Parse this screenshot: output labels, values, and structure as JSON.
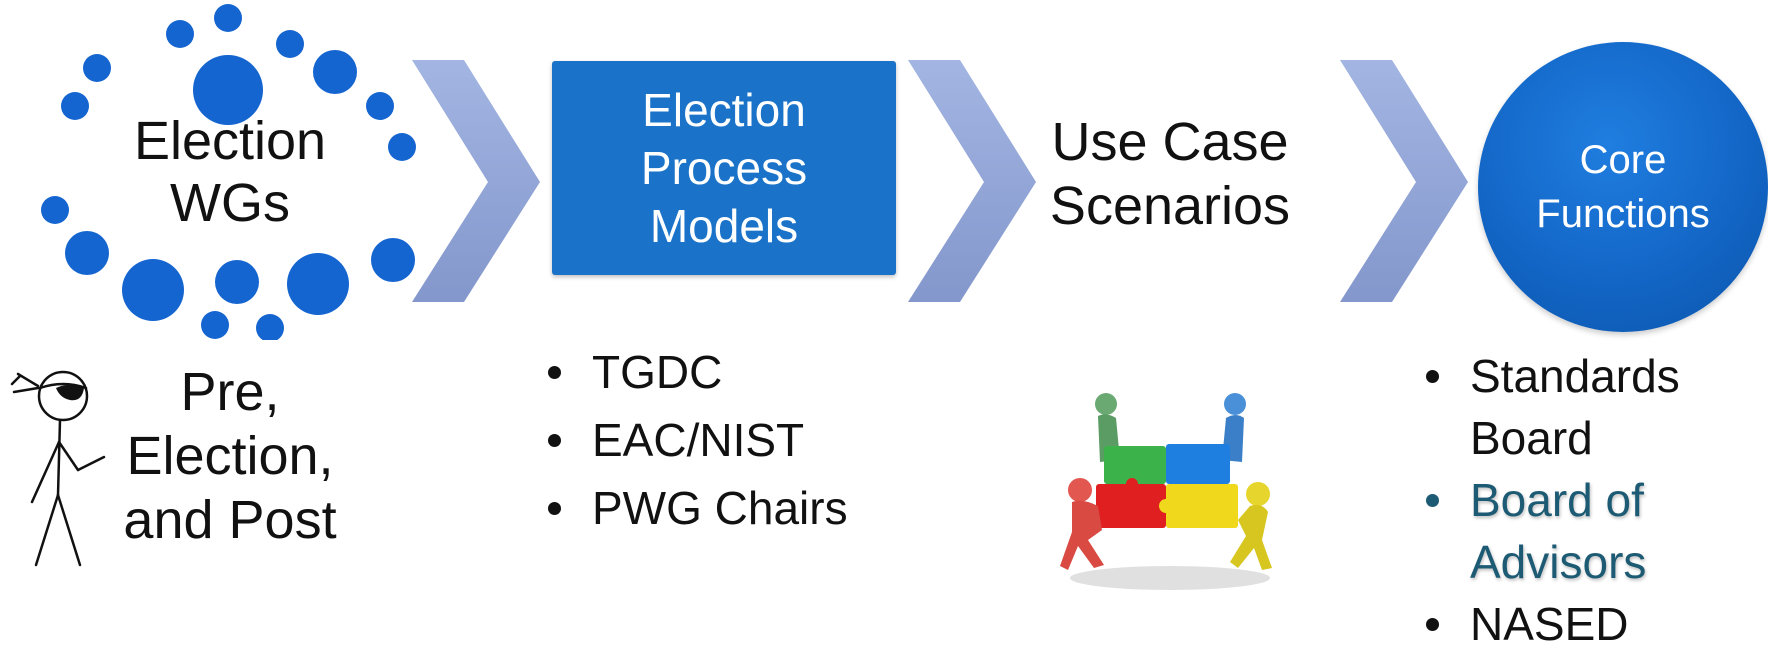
{
  "stages": [
    {
      "title": "Election WGs",
      "subtitle": "Pre, Election, and Post"
    },
    {
      "title": "Election Process Models",
      "bullets": [
        "TGDC",
        "EAC/NIST",
        "PWG Chairs"
      ]
    },
    {
      "title": "Use Case Scenarios"
    },
    {
      "title": "Core Functions",
      "bullets": [
        "Standards Board",
        "Board of Advisors",
        "NASED"
      ]
    }
  ],
  "icons": {
    "dots": "dot-cluster-icon",
    "figure": "stick-figure-icon",
    "puzzle": "puzzle-team-icon",
    "chevron": "chevron-right-icon"
  },
  "colors": {
    "box_blue": "#1a73c9",
    "circle_blue": "#1366c6",
    "dot_blue": "#1565d0",
    "chevron": "#8fa3d6",
    "highlight_text": "#1d5b74"
  }
}
